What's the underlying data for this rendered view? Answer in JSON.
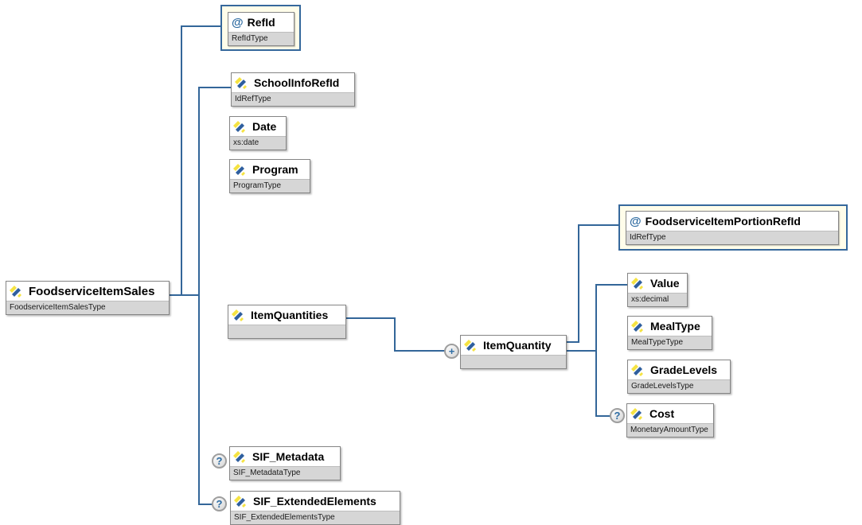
{
  "diagram": {
    "attribute_marker": "@",
    "badges": {
      "optional": "?",
      "repeat": "+"
    },
    "colors": {
      "connector_line": "#336699",
      "attribute_frame_bg": "#FFFDEA",
      "attribute_frame_border": "#36689C",
      "subtitle_bar_bg": "#D6D6D6",
      "icon_yellow": "#F5E342",
      "icon_blue": "#2F5F9E"
    },
    "nodes": {
      "foodserviceitemsales": {
        "label": "FoodserviceItemSales",
        "type": "FoodserviceItemSalesType"
      },
      "refid": {
        "label": "RefId",
        "type": "RefIdType"
      },
      "schoolinforefid": {
        "label": "SchoolInfoRefId",
        "type": "IdRefType"
      },
      "date": {
        "label": "Date",
        "type": "xs:date"
      },
      "program": {
        "label": "Program",
        "type": "ProgramType"
      },
      "itemquantities": {
        "label": "ItemQuantities",
        "type": ""
      },
      "itemquantity": {
        "label": "ItemQuantity",
        "type": ""
      },
      "foodserviceitemportionrefid": {
        "label": "FoodserviceItemPortionRefId",
        "type": "IdRefType"
      },
      "value": {
        "label": "Value",
        "type": "xs:decimal"
      },
      "mealtype": {
        "label": "MealType",
        "type": "MealTypeType"
      },
      "gradelevels": {
        "label": "GradeLevels",
        "type": "GradeLevelsType"
      },
      "cost": {
        "label": "Cost",
        "type": "MonetaryAmountType"
      },
      "sif_metadata": {
        "label": "SIF_Metadata",
        "type": "SIF_MetadataType"
      },
      "sif_extendedelements": {
        "label": "SIF_ExtendedElements",
        "type": "SIF_ExtendedElementsType"
      }
    }
  }
}
